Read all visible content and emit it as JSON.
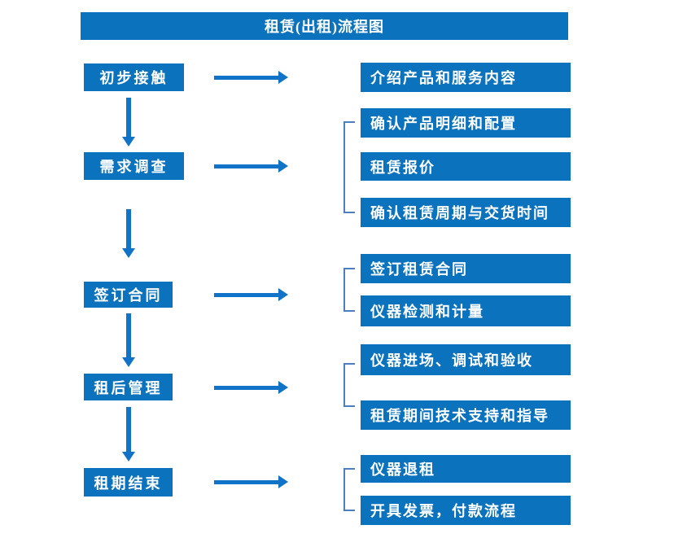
{
  "title": "租赁(出租)流程图",
  "colors": {
    "box_blue": "#0b72be",
    "arrow_blue": "#1173c8",
    "bracket_blue": "#4b7fc0",
    "box_text": "#ffffff",
    "background": "#ffffff"
  },
  "stages": [
    {
      "label": "初步接触",
      "details": [
        "介绍产品和服务内容"
      ]
    },
    {
      "label": "需求调查",
      "details": [
        "确认产品明细和配置",
        "租赁报价",
        "确认租赁周期与交货时间"
      ]
    },
    {
      "label": "签订合同",
      "details": [
        "签订租赁合同",
        "仪器检测和计量"
      ]
    },
    {
      "label": "租后管理",
      "details": [
        "仪器进场、调试和验收",
        "租赁期间技术支持和指导"
      ]
    },
    {
      "label": "租期结束",
      "details": [
        "仪器退租",
        "开具发票，付款流程"
      ]
    }
  ]
}
